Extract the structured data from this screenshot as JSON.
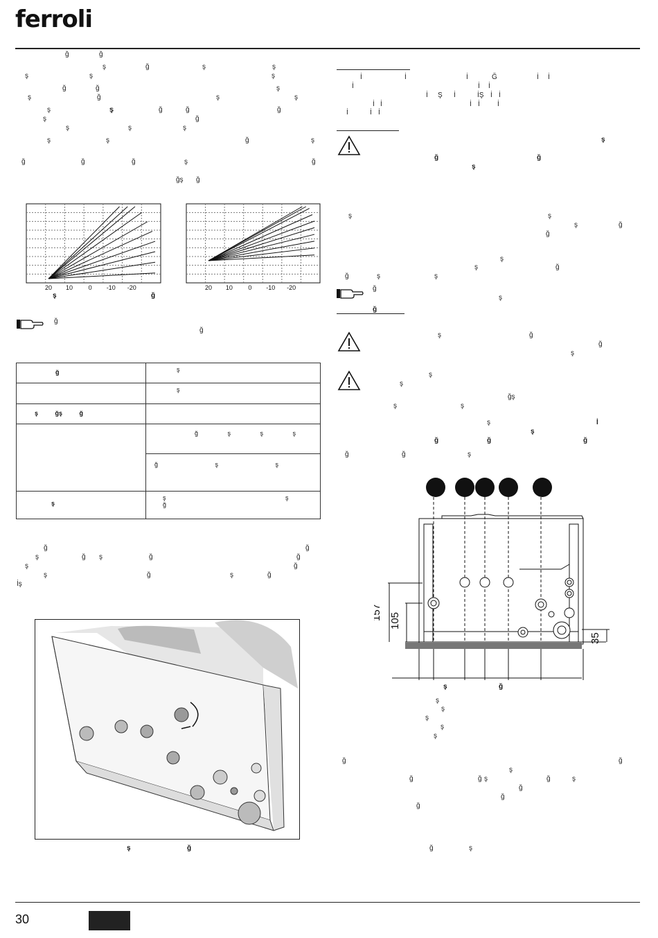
{
  "header": {
    "logo": "ferroli"
  },
  "footer": {
    "page_number": "30"
  },
  "left_text_glyphs": [
    "ğ",
    "ğ",
    "ş",
    "ğ",
    "ş",
    "ş",
    "ş",
    "ş",
    "ğ",
    "ğ",
    "ş",
    "ş",
    "ş",
    "ğ",
    "ş",
    "ş",
    "ş",
    "ş",
    "ğ",
    "ğ",
    "ş",
    "ğ",
    "ş",
    "ş",
    "ş",
    "ş",
    "ğ",
    "ş",
    "ş",
    "ş",
    "ğ",
    "ğ",
    "ğ",
    "ğ",
    "ş",
    "ğ",
    "ğş",
    "ğ"
  ],
  "charts": [
    {
      "x_ticks": [
        "20",
        "10",
        "0",
        "-10",
        "-20"
      ]
    },
    {
      "x_ticks": [
        "20",
        "10",
        "0",
        "-10",
        "-20"
      ]
    }
  ],
  "chart_data": [
    {
      "type": "line",
      "x_ticks": [
        20,
        10,
        0,
        -10,
        -20
      ],
      "grid": true,
      "line_count": 10,
      "legend": "none"
    },
    {
      "type": "line",
      "x_ticks": [
        20,
        10,
        0,
        -10,
        -20
      ],
      "grid": true,
      "line_count": 10,
      "legend": "none"
    }
  ],
  "chart_caption": {
    "g1": "ş",
    "g2": "ğ"
  },
  "note_left": {
    "g1": "ğ",
    "g2": "ğ"
  },
  "table": {
    "r1": {
      "left": "ğ",
      "right": "ş"
    },
    "r2": {
      "left": "",
      "right": "ş"
    },
    "r3": {
      "left": "ş ğş ğ",
      "right": ""
    },
    "r4": {
      "left": "",
      "right_top": "ğ ş ş ş",
      "right_bottom": "ğ ş ş"
    },
    "r5": {
      "left": "ş",
      "right": "ş ş ğ"
    }
  },
  "left_lower_glyphs": [
    "ğ",
    "ğ",
    "ş",
    "ğ",
    "ğ",
    "ğ",
    "ş",
    "ğ",
    "ş",
    "ğ",
    "İş",
    "ş",
    "ş",
    "ğ"
  ],
  "photo_caption": {
    "g1": "ş",
    "g2": "ğ"
  },
  "right_top_glyphs": [
    "İ",
    "İ",
    "İ",
    "Ğ",
    "İ",
    "İ",
    "İ",
    "İ",
    "İ",
    "İ",
    "Ş",
    "İ",
    "İŞ",
    "İ",
    "İ",
    "İ",
    "İ",
    "İ",
    "İ",
    "İ",
    "İ",
    "İ",
    "İ"
  ],
  "right_warn1": [
    "ş",
    "ğ",
    "ğ",
    "ş"
  ],
  "right_mid_glyphs": [
    "ş",
    "ş",
    "ş",
    "ğ",
    "ğ",
    "ş",
    "ş",
    "ğ",
    "ğ",
    "ş",
    "ş",
    "ğ",
    "ş"
  ],
  "right_hand_note": {
    "g1": "ğ",
    "g2": "ş"
  },
  "right_heading2": "ğ",
  "right_warn2": [
    "ş",
    "ğ",
    "ğ",
    "ş"
  ],
  "right_warn3": [
    "ş",
    "ş",
    "ğş",
    "ş",
    "ş",
    "ş",
    "İ",
    "ş",
    "ğ",
    "ğ",
    "ğ",
    "ğ",
    "ğ",
    "ş"
  ],
  "dimension_labels": {
    "d157": "157",
    "d105": "105",
    "d35": "35"
  },
  "drawing_caption": {
    "g1": "ş",
    "g2": "ğ"
  },
  "right_list_glyphs": [
    "ş",
    "ş",
    "ş",
    "ş",
    "ş"
  ],
  "right_bottom_glyphs": [
    "ğ",
    "ğ",
    "ş",
    "ğ",
    "ş",
    "ğ",
    "ş",
    "ğ",
    "ğ",
    "ğ",
    "ğ",
    "ğ",
    "ş"
  ]
}
